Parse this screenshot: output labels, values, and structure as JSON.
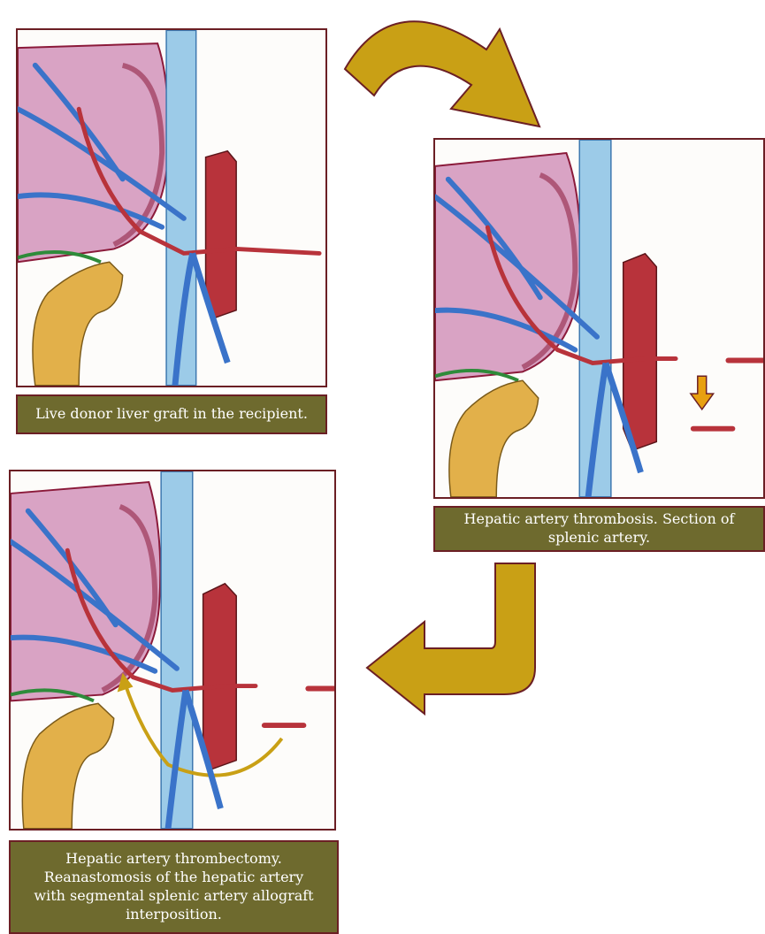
{
  "steps": [
    {
      "caption": "Live donor liver graft in the recipient."
    },
    {
      "caption": "Hepatic artery thrombosis. Section of\nsplenic artery."
    },
    {
      "caption": "Hepatic artery thrombectomy.\nReanastomosis of the hepatic artery\nwith segmental splenic artery allograft\ninterposition."
    }
  ],
  "colors": {
    "caption_bg": "#6e6a2e",
    "frame_border": "#6b1f24",
    "flow_arrow": "#c9a015",
    "liver": "#d9a3c4",
    "liver_edge": "#8b1a3a",
    "vena_cava": "#9ccbe8",
    "portal_veins": "#3a73c9",
    "artery": "#b8333b",
    "bowel": "#e2b04a",
    "bile_duct": "#2e8b3a"
  }
}
